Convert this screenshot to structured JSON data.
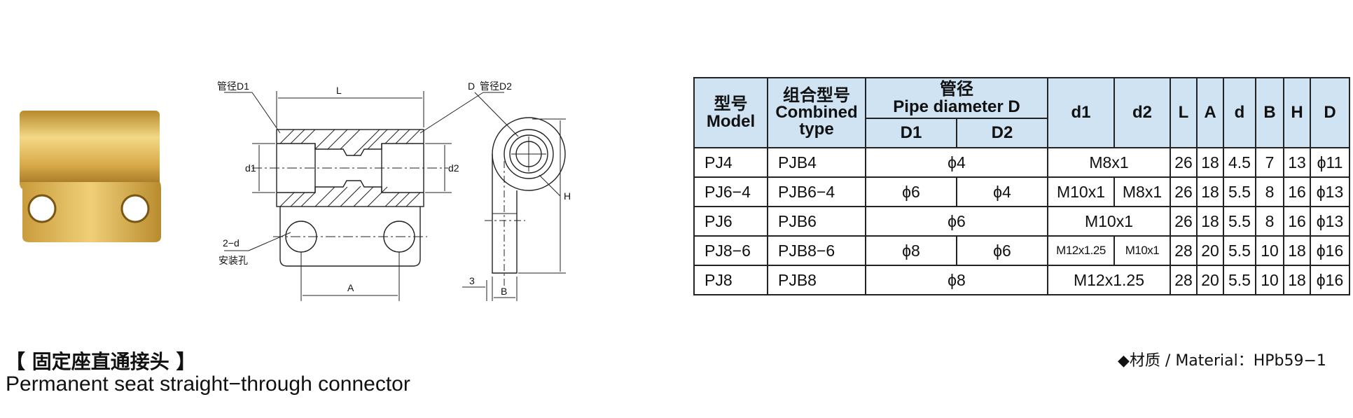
{
  "drawing": {
    "label_L": "L",
    "label_pipe_d1": "管径D1",
    "label_pipe_d2": "管径D2",
    "label_d1": "d1",
    "label_d2": "d2",
    "label_2d": "2−d",
    "label_mount_hole": "安装孔",
    "label_A": "A",
    "label_D": "D",
    "label_H": "H",
    "label_3": "3",
    "label_B": "B"
  },
  "table": {
    "header": {
      "model_cn": "型号",
      "model_en": "Model",
      "combined_cn": "组合型号",
      "combined_en1": "Combined",
      "combined_en2": "type",
      "pipe_cn": "管径",
      "pipe_en": "Pipe diameter  D",
      "D1": "D1",
      "D2": "D2",
      "d1": "d1",
      "d2": "d2",
      "L": "L",
      "A": "A",
      "d": "d",
      "B": "B",
      "H": "H",
      "D": "D"
    },
    "rows": [
      {
        "model": "PJ4",
        "combined": "PJB4",
        "pipe": "ϕ4",
        "thread": "M8x1",
        "L": "26",
        "A": "18",
        "d": "4.5",
        "B": "7",
        "H": "13",
        "D": "ϕ11"
      },
      {
        "model": "PJ6−4",
        "combined": "PJB6−4",
        "D1": "ϕ6",
        "D2": "ϕ4",
        "d1": "M10x1",
        "d2": "M8x1",
        "L": "26",
        "A": "18",
        "d": "5.5",
        "B": "8",
        "H": "16",
        "D": "ϕ13"
      },
      {
        "model": "PJ6",
        "combined": "PJB6",
        "pipe": "ϕ6",
        "thread": "M10x1",
        "L": "26",
        "A": "18",
        "d": "5.5",
        "B": "8",
        "H": "16",
        "D": "ϕ13"
      },
      {
        "model": "PJ8−6",
        "combined": "PJB8−6",
        "D1": "ϕ8",
        "D2": "ϕ6",
        "d1": "M12x1.25",
        "d2": "M10x1",
        "L": "28",
        "A": "20",
        "d": "5.5",
        "B": "10",
        "H": "18",
        "D": "ϕ16"
      },
      {
        "model": "PJ8",
        "combined": "PJB8",
        "pipe": "ϕ8",
        "thread": "M12x1.25",
        "L": "28",
        "A": "20",
        "d": "5.5",
        "B": "10",
        "H": "18",
        "D": "ϕ16"
      }
    ]
  },
  "title": {
    "cn": "【 固定座直通接头 】",
    "en": "Permanent seat straight−through connector"
  },
  "material": "◆材质 / Material：HPb59−1",
  "colors": {
    "header_bg": "#cfe3f3",
    "brass_light": "#f2d27a",
    "brass_dark": "#a9781f"
  }
}
